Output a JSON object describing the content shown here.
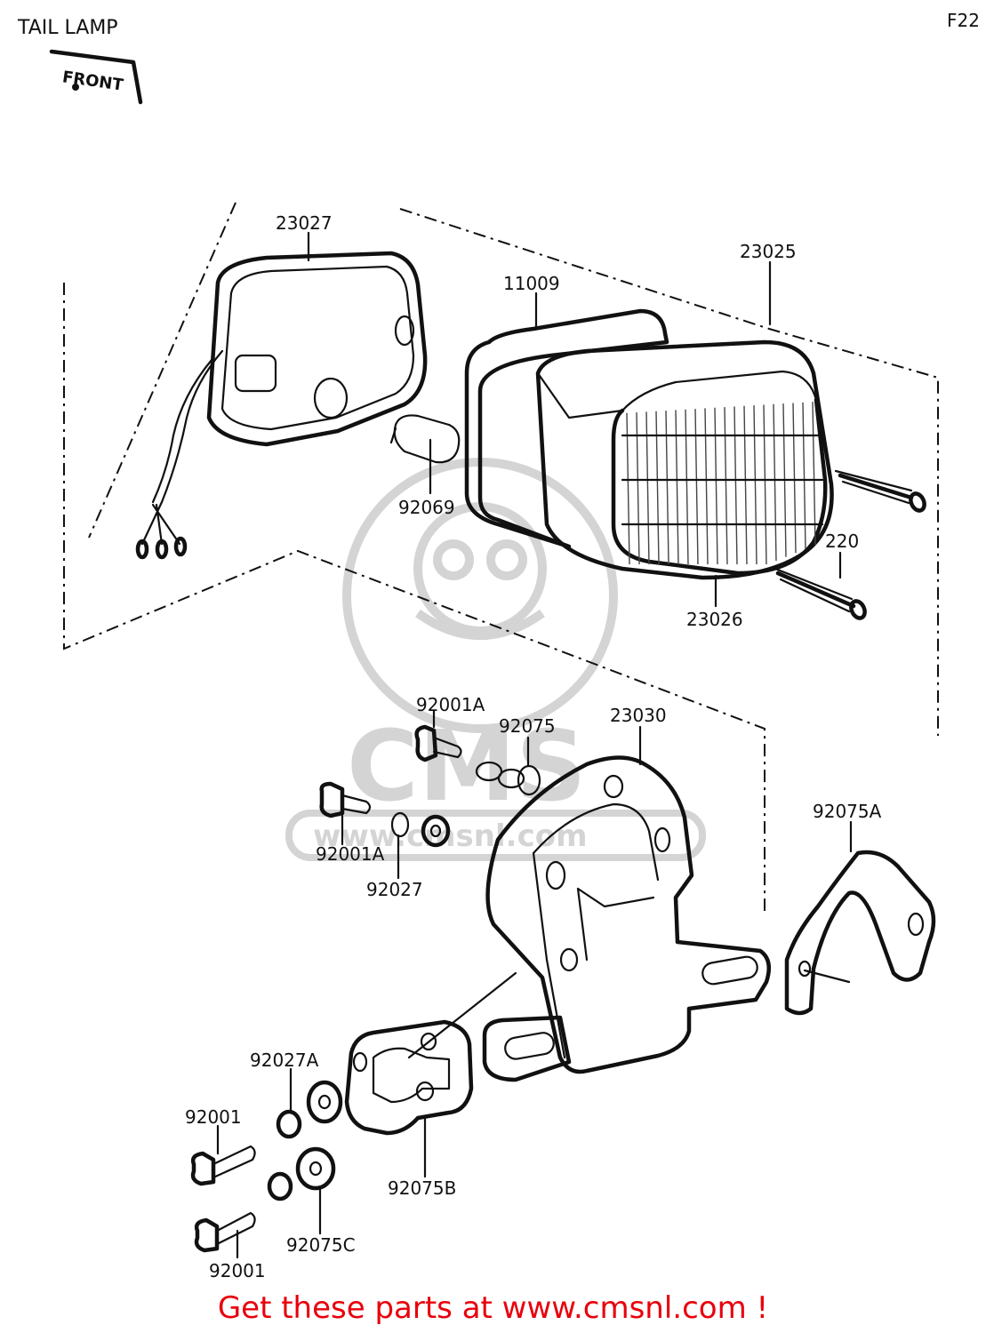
{
  "title": "TAIL LAMP",
  "corner_code": "F22",
  "front_marker": "FRONT",
  "watermark": {
    "brand": "CMS",
    "site": "www.cmsnl.com"
  },
  "callouts": [
    {
      "id": "c23027",
      "label": "23027"
    },
    {
      "id": "c11009",
      "label": "11009"
    },
    {
      "id": "c23025",
      "label": "23025"
    },
    {
      "id": "c92069",
      "label": "92069"
    },
    {
      "id": "c220",
      "label": "220"
    },
    {
      "id": "c23026",
      "label": "23026"
    },
    {
      "id": "c92001A_top",
      "label": "92001A"
    },
    {
      "id": "c92075",
      "label": "92075"
    },
    {
      "id": "c23030",
      "label": "23030"
    },
    {
      "id": "c92001A_mid",
      "label": "92001A"
    },
    {
      "id": "c92027",
      "label": "92027"
    },
    {
      "id": "c92075A",
      "label": "92075A"
    },
    {
      "id": "c92027A",
      "label": "92027A"
    },
    {
      "id": "c92001_a",
      "label": "92001"
    },
    {
      "id": "c92075B",
      "label": "92075B"
    },
    {
      "id": "c92075C",
      "label": "92075C"
    },
    {
      "id": "c92001_b",
      "label": "92001"
    }
  ],
  "footer": "Get these parts at www.cmsnl.com !"
}
